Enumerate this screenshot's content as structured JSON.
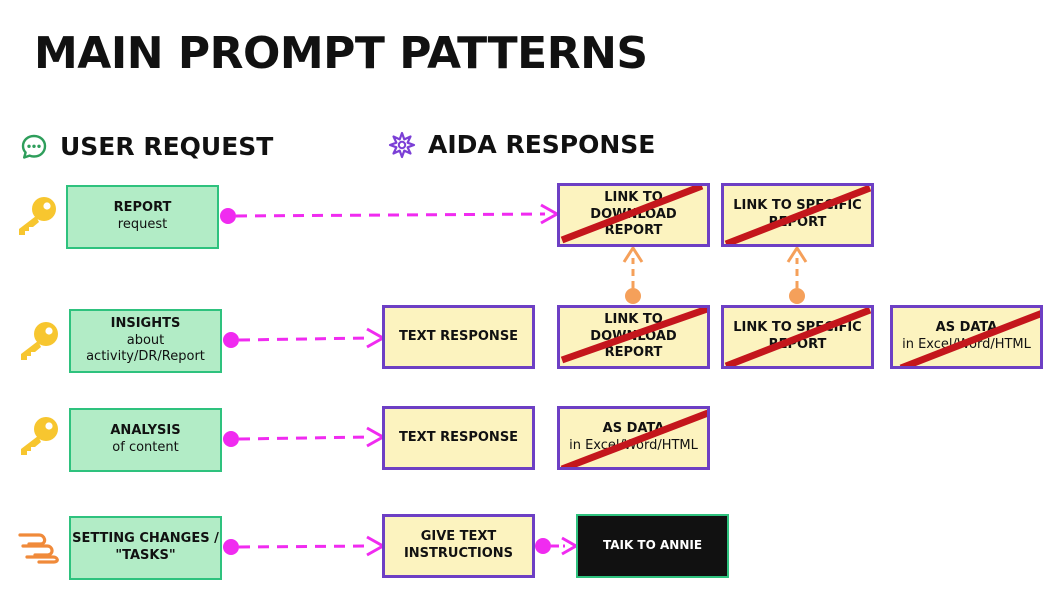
{
  "title": "MAIN PROMPT PATTERNS",
  "headers": {
    "user_request": "USER REQUEST",
    "aida_response": "AIDA RESPONSE"
  },
  "icons": {
    "user_request": "chat-bubble-icon",
    "aida_response": "sparkle-icon",
    "row_report": "key-icon",
    "row_insights": "key-icon",
    "row_analysis": "key-icon",
    "row_settings": "hand-icon"
  },
  "colors": {
    "request_fill": "#b2ecc6",
    "request_border": "#2ec27e",
    "response_fill": "#fcf3bf",
    "response_border": "#6d3fc4",
    "arrow": "#f02bf0",
    "upward_arrow": "#f5a05a",
    "strike": "#c4161c",
    "key": "#f7c62f",
    "hand": "#f08a3a"
  },
  "requests": {
    "report": {
      "title": "REPORT",
      "sub": "request"
    },
    "insights": {
      "title": "INSIGHTS",
      "sub1": "about",
      "sub2": "activity/DR/Report"
    },
    "analysis": {
      "title": "ANALYSIS",
      "sub": "of content"
    },
    "settings": {
      "line1": "SETTING CHANGES /",
      "line2": "\"TASKS\""
    }
  },
  "responses": {
    "r1_link_download": {
      "line1": "LINK TO DOWNLOAD",
      "line2": "REPORT",
      "struck": true
    },
    "r1_link_specific": {
      "line1": "LINK TO SPECIFIC",
      "line2": "REPORT",
      "struck": true
    },
    "r2_text": {
      "label": "TEXT RESPONSE"
    },
    "r2_link_download": {
      "line1": "LINK TO DOWNLOAD",
      "line2": "REPORT",
      "struck": true
    },
    "r2_link_specific": {
      "line1": "LINK TO SPECIFIC",
      "line2": "REPORT",
      "struck": true
    },
    "r2_as_data": {
      "line1": "AS DATA",
      "line2": "in Excel/Word/HTML",
      "struck": true
    },
    "r3_text": {
      "label": "TEXT RESPONSE"
    },
    "r3_as_data": {
      "line1": "AS DATA",
      "line2": "in Excel/Word/HTML",
      "struck": true
    },
    "r4_give_text": {
      "line1": "GIVE TEXT",
      "line2": "INSTRUCTIONS"
    },
    "r4_talk": {
      "label": "TAIK TO ANNIE"
    }
  }
}
